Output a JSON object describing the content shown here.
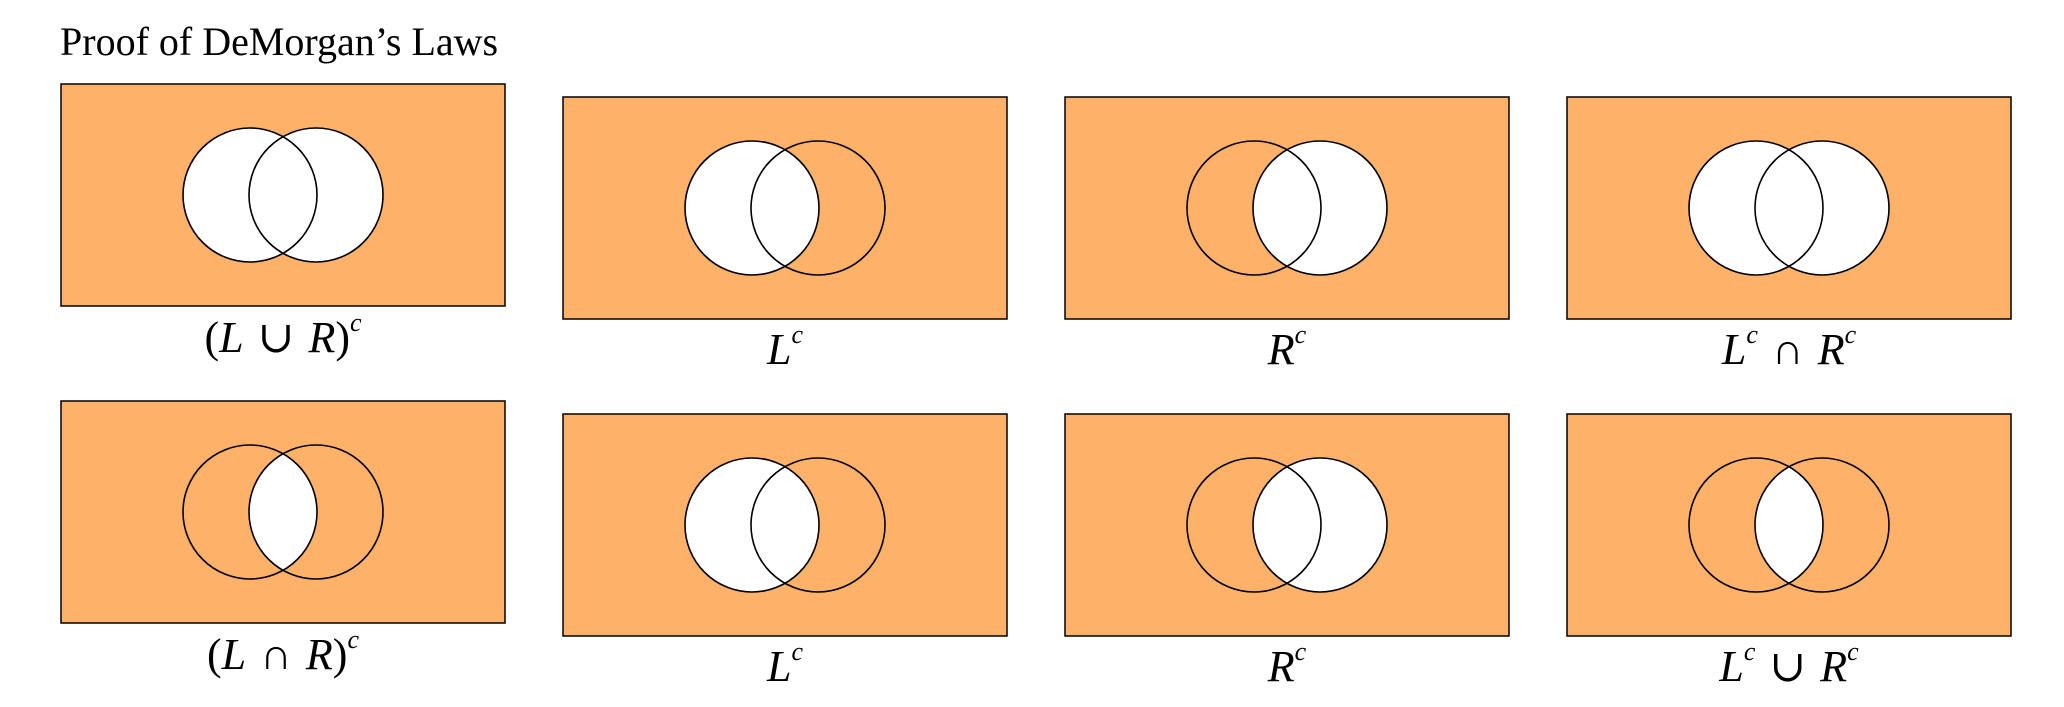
{
  "title": "Proof of DeMorgan’s Laws",
  "colors": {
    "fill": "#fdb169",
    "stroke": "#000000",
    "background": "#ffffff"
  },
  "rows": [
    {
      "panels": [
        {
          "shade": "outside",
          "label_parts": {
            "open": "(",
            "a": "L",
            "op": "∪",
            "b": "R",
            "close": ")",
            "sup": "c"
          }
        },
        {
          "shade": "not-L",
          "label_parts": {
            "a": "L",
            "sup": "c"
          }
        },
        {
          "shade": "not-R",
          "label_parts": {
            "a": "R",
            "sup": "c"
          }
        },
        {
          "shade": "outside",
          "label_parts": {
            "a": "L",
            "asup": "c",
            "op": "∩",
            "b": "R",
            "bsup": "c"
          }
        }
      ]
    },
    {
      "panels": [
        {
          "shade": "not-intersection",
          "label_parts": {
            "open": "(",
            "a": "L",
            "op": "∩",
            "b": "R",
            "close": ")",
            "sup": "c"
          }
        },
        {
          "shade": "not-L",
          "label_parts": {
            "a": "L",
            "sup": "c"
          }
        },
        {
          "shade": "not-R",
          "label_parts": {
            "a": "R",
            "sup": "c"
          }
        },
        {
          "shade": "not-intersection",
          "label_parts": {
            "a": "L",
            "asup": "c",
            "op": "∪",
            "b": "R",
            "bsup": "c"
          }
        }
      ]
    }
  ]
}
